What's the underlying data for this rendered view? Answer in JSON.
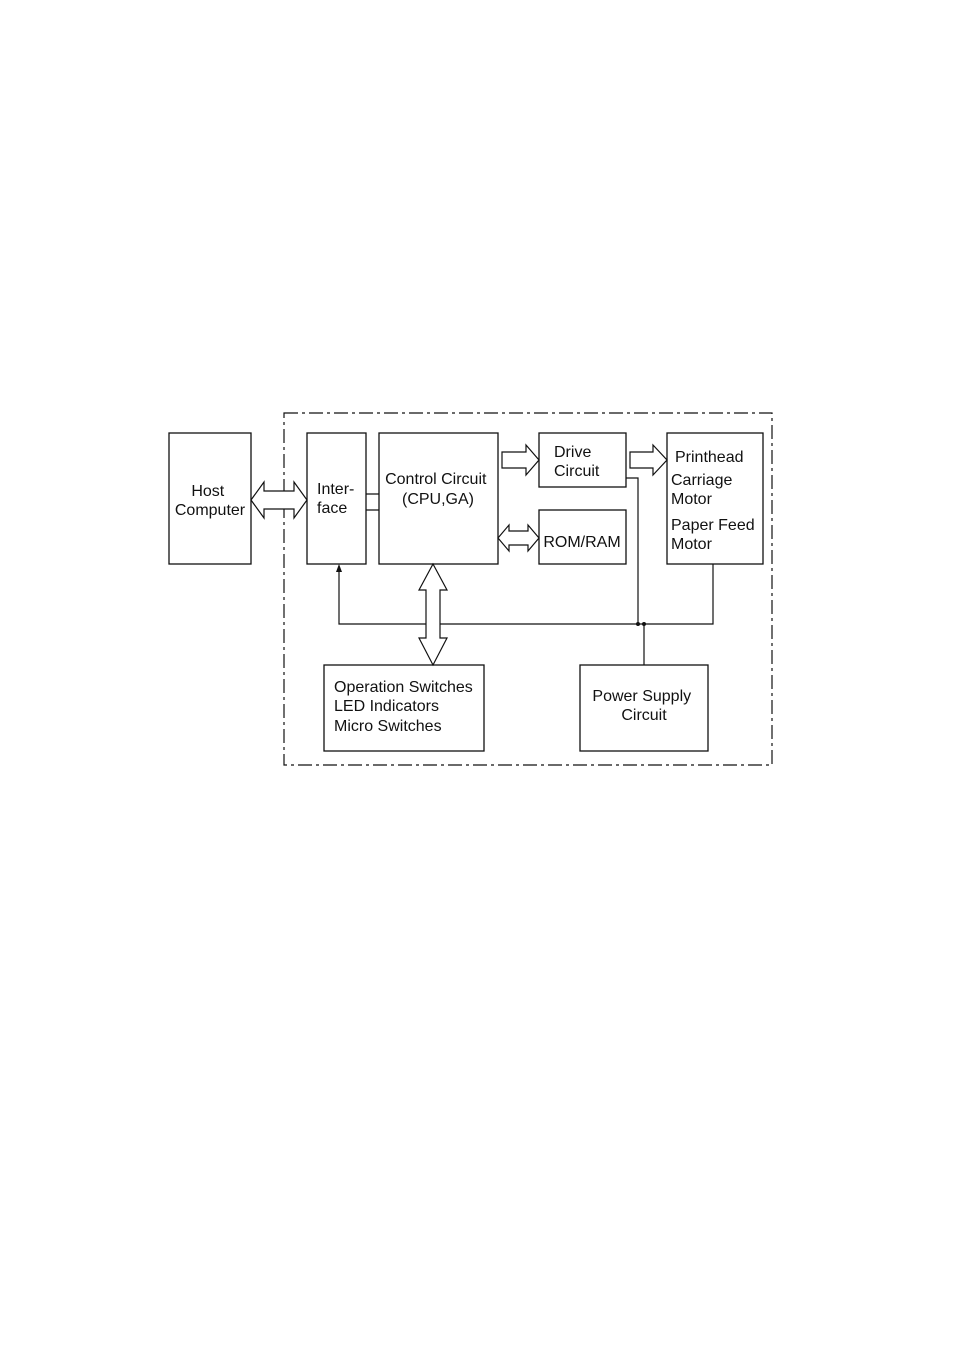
{
  "blocks": {
    "host_computer": [
      "Host",
      "Computer"
    ],
    "interface": [
      "Inter-",
      "face"
    ],
    "control_circuit": [
      "Control Circuit",
      "(CPU,GA)"
    ],
    "drive_circuit": [
      "Drive",
      "Circuit"
    ],
    "rom_ram": [
      "ROM/RAM"
    ],
    "printhead": [
      "Printhead"
    ],
    "carriage_motor": [
      "Carriage",
      "Motor"
    ],
    "paper_feed_motor": [
      "Paper Feed",
      "Motor"
    ],
    "operation_panel": [
      "Operation Switches",
      "LED Indicators",
      "Micro Switches"
    ],
    "power_supply": [
      "Power Supply",
      "Circuit"
    ]
  }
}
